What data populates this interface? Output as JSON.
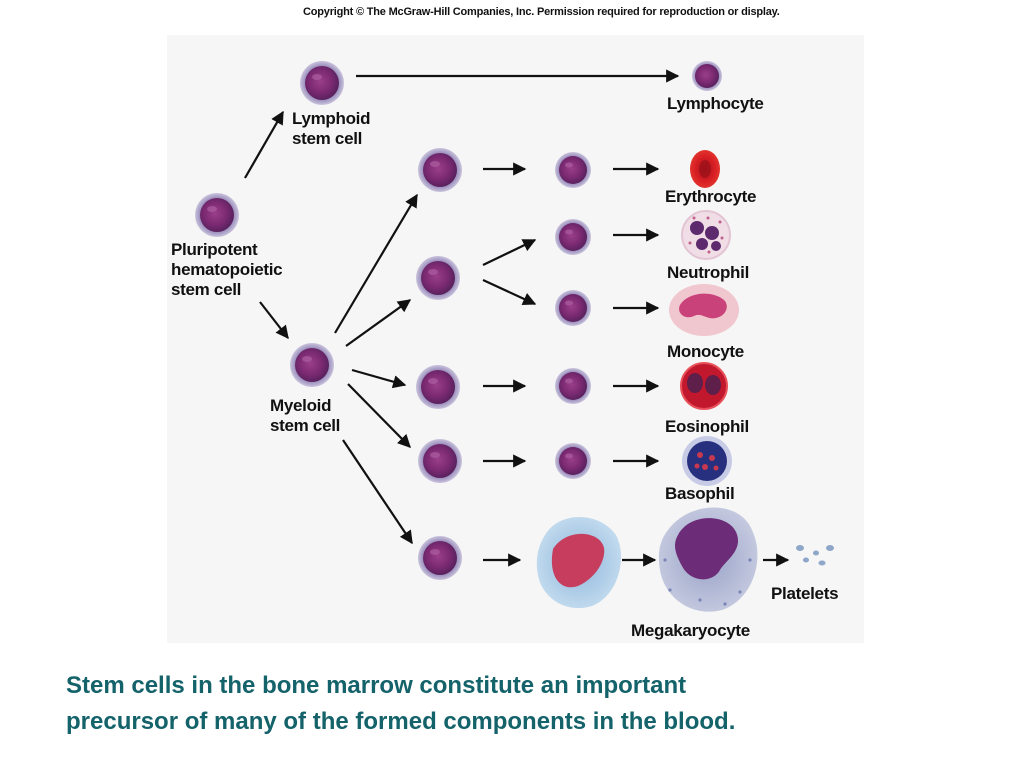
{
  "copyright": "Copyright © The McGraw-Hill Companies, Inc. Permission required for reproduction or display.",
  "labels": {
    "pluripotent_line1": "Pluripotent",
    "pluripotent_line2": "hematopoietic",
    "pluripotent_line3": "stem cell",
    "lymphoid_line1": "Lymphoid",
    "lymphoid_line2": "stem cell",
    "myeloid_line1": "Myeloid",
    "myeloid_line2": "stem cell",
    "lymphocyte": "Lymphocyte",
    "erythrocyte": "Erythrocyte",
    "neutrophil": "Neutrophil",
    "monocyte": "Monocyte",
    "eosinophil": "Eosinophil",
    "basophil": "Basophil",
    "platelets": "Platelets",
    "megakaryocyte": "Megakaryocyte"
  },
  "caption_line1": "Stem cells in the bone marrow constitute an important",
  "caption_line2": "precursor of many of the formed components in the blood."
}
